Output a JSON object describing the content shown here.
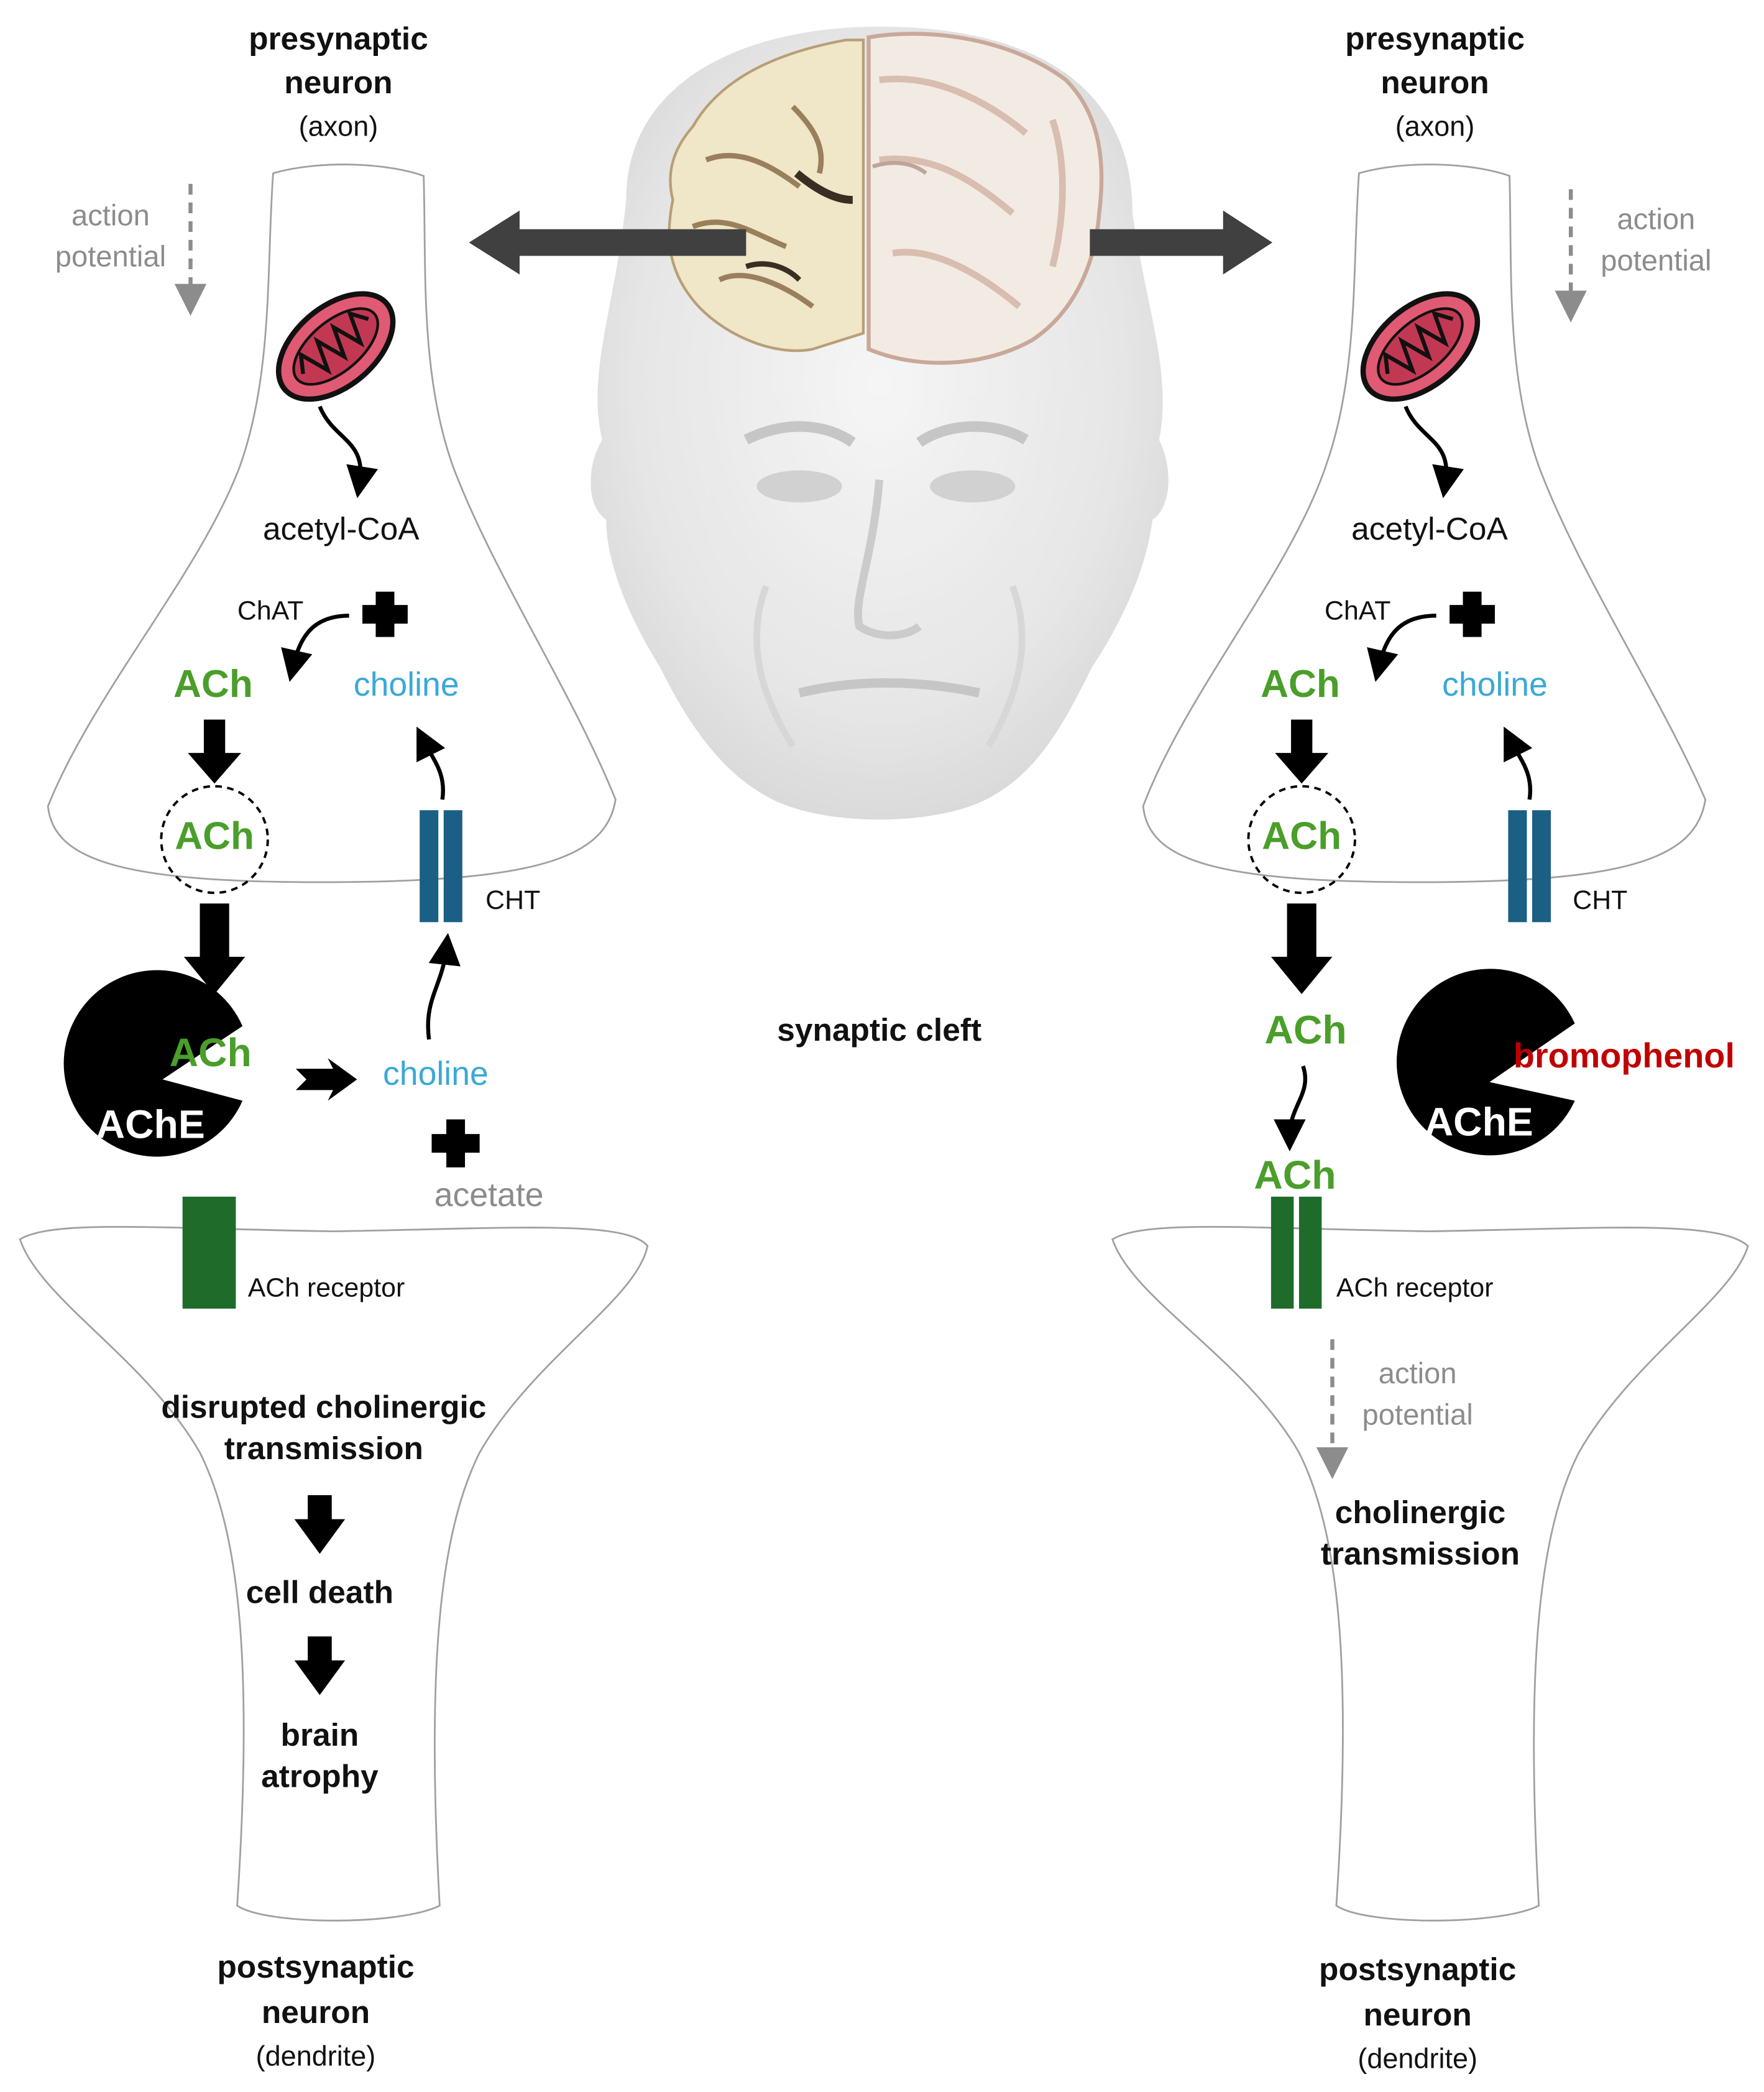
{
  "center": {
    "synaptic_cleft": "synaptic cleft",
    "illustration": "head-with-brain-cross-section"
  },
  "left": {
    "pre_title_line1": "presynaptic",
    "pre_title_line2": "neuron",
    "pre_sub": "(axon)",
    "action_line1": "action",
    "action_line2": "potential",
    "acetyl_coa": "acetyl-CoA",
    "chat": "ChAT",
    "ach_synth": "ACh",
    "choline_in": "choline",
    "ach_vesicle": "ACh",
    "cht": "CHT",
    "ach_bound": "ACh",
    "ache": "AChE",
    "choline_out": "choline",
    "acetate": "acetate",
    "receptor": "ACh receptor",
    "outcome1_line1": "disrupted cholinergic",
    "outcome1_line2": "transmission",
    "outcome2": "cell death",
    "outcome3_line1": "brain",
    "outcome3_line2": "atrophy",
    "post_title_line1": "postsynaptic",
    "post_title_line2": "neuron",
    "post_sub": "(dendrite)"
  },
  "right": {
    "pre_title_line1": "presynaptic",
    "pre_title_line2": "neuron",
    "pre_sub": "(axon)",
    "action_line1": "action",
    "action_line2": "potential",
    "acetyl_coa": "acetyl-CoA",
    "chat": "ChAT",
    "ach_synth": "ACh",
    "choline_in": "choline",
    "ach_vesicle": "ACh",
    "cht": "CHT",
    "ach_released": "ACh",
    "ach_receptor_bound": "ACh",
    "bromophenol": "bromophenol",
    "ache": "AChE",
    "receptor": "ACh receptor",
    "action2_line1": "action",
    "action2_line2": "potential",
    "outcome_line1": "cholinergic",
    "outcome_line2": "transmission",
    "post_title_line1": "postsynaptic",
    "post_title_line2": "neuron",
    "post_sub": "(dendrite)"
  },
  "colors": {
    "ach_green": "#4a9e2a",
    "choline_blue": "#3aa9d6",
    "transporter_blue": "#1b5f84",
    "receptor_green": "#1e6b2a",
    "inhibitor_red": "#c00000",
    "mito_pink": "#e05a73",
    "action_gray": "#8c8c8c"
  }
}
